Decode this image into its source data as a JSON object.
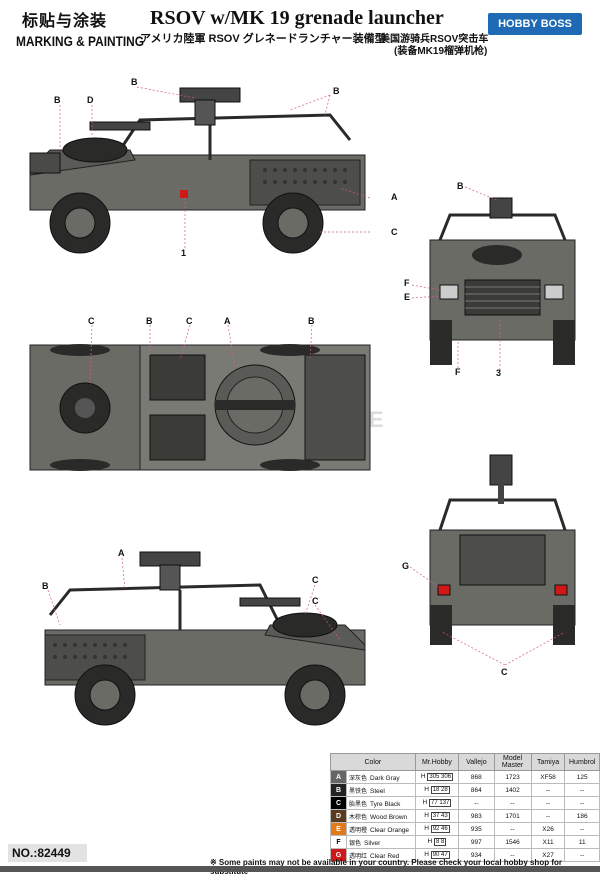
{
  "header": {
    "title_cn": "标贴与涂装",
    "title_en": "MARKING & PAINTING",
    "main_title": "RSOV w/MK 19 grenade launcher",
    "subtitle_jp": "アメリカ陸軍 RSOV グレネードランチャー装備型",
    "subtitle_cn_1": "美国游骑兵RSOV突击车",
    "subtitle_cn_2": "(装备MK19榴弹机枪)",
    "brand": "HOBBY BOSS"
  },
  "callouts": {
    "a": "A",
    "b": "B",
    "c": "C",
    "d": "D",
    "e": "E",
    "f": "F",
    "g": "G",
    "one": "1",
    "three": "3"
  },
  "watermark": "DE",
  "color_table": {
    "headers": [
      "Color",
      "Mr.Hobby",
      "Vallejo",
      "Model Master",
      "Tamiya",
      "Humbrol"
    ],
    "rows": [
      {
        "letter": "A",
        "bg": "#666666",
        "name_cn": "深灰色",
        "name": "Dark Gray",
        "mrhobby_prefix": "H",
        "mrhobby": "305 306",
        "vallejo": "868",
        "modelmaster": "1723",
        "tamiya": "XF58",
        "humbrol": "125"
      },
      {
        "letter": "B",
        "bg": "#222222",
        "name_cn": "黑铁色",
        "name": "Steel",
        "mrhobby_prefix": "H",
        "mrhobby": "18 28",
        "vallejo": "864",
        "modelmaster": "1402",
        "tamiya": "--",
        "humbrol": "--"
      },
      {
        "letter": "C",
        "bg": "#000000",
        "name_cn": "胎黑色",
        "name": "Tyre Black",
        "mrhobby_prefix": "H",
        "mrhobby": "77 137",
        "vallejo": "--",
        "modelmaster": "--",
        "tamiya": "--",
        "humbrol": "--"
      },
      {
        "letter": "D",
        "bg": "#5a3a20",
        "name_cn": "木棕色",
        "name": "Wood Brown",
        "mrhobby_prefix": "H",
        "mrhobby": "37 43",
        "vallejo": "983",
        "modelmaster": "1701",
        "tamiya": "--",
        "humbrol": "186"
      },
      {
        "letter": "E",
        "bg": "#e07a1a",
        "name_cn": "透明橙",
        "name": "Clear Orange",
        "mrhobby_prefix": "H",
        "mrhobby": "92 46",
        "vallejo": "935",
        "modelmaster": "--",
        "tamiya": "X26",
        "humbrol": "--"
      },
      {
        "letter": "F",
        "bg": "#ffffff",
        "name_cn": "银色",
        "name": "Silver",
        "mrhobby_prefix": "H",
        "mrhobby": "8 8",
        "vallejo": "997",
        "modelmaster": "1546",
        "tamiya": "X11",
        "humbrol": "11"
      },
      {
        "letter": "G",
        "bg": "#d01818",
        "name_cn": "透明红",
        "name": "Clear Red",
        "mrhobby_prefix": "H",
        "mrhobby": "90 47",
        "vallejo": "934",
        "modelmaster": "--",
        "tamiya": "X27",
        "humbrol": "--"
      }
    ]
  },
  "footer": {
    "part_number": "NO.:82449",
    "note": "※ Some paints may not be available in your country. Please check your local hobby shop for substitute"
  },
  "colors": {
    "vehicle_body": "#6b6b66",
    "vehicle_dark": "#3b3b38",
    "tyre": "#2a2a28",
    "brand_blue": "#1e6ab4"
  }
}
